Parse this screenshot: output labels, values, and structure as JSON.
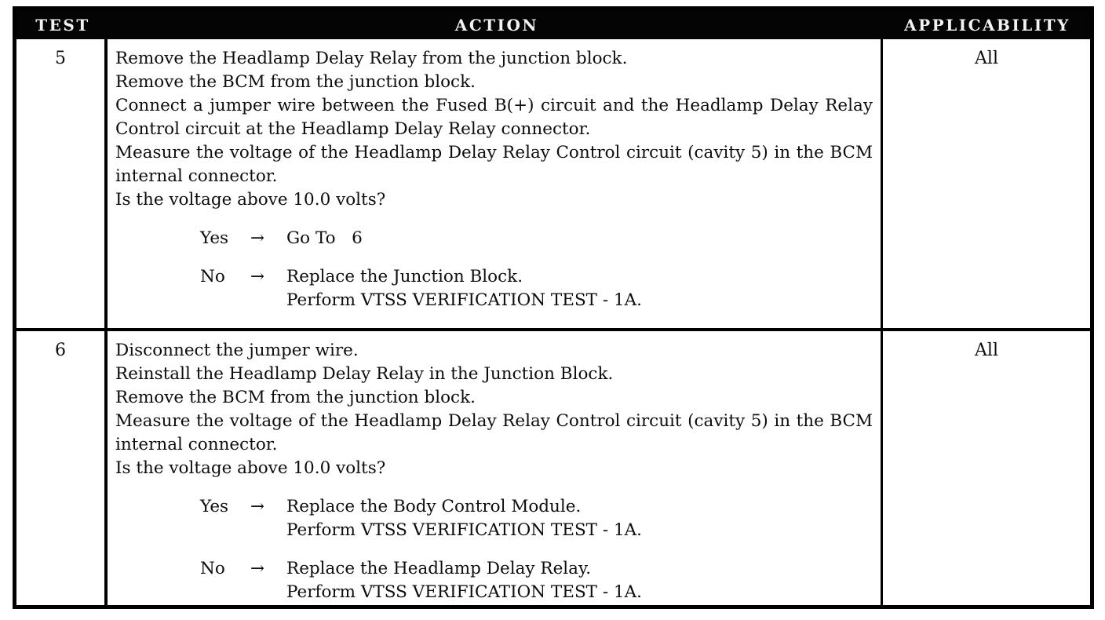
{
  "colors": {
    "paper": "#ffffff",
    "ink": "#0d0d0d",
    "header_bg": "#040404",
    "header_text": "#f2f2f2"
  },
  "table": {
    "headers": [
      {
        "label": "TEST"
      },
      {
        "label": "ACTION"
      },
      {
        "label": "APPLICABILITY"
      }
    ],
    "rows": [
      {
        "test": "5",
        "applicability": "All",
        "action_paragraphs": [
          "Remove the Headlamp Delay Relay from the junction block.",
          "Remove the BCM from the junction block.",
          "Connect a jumper wire between the Fused B(+) circuit and the Headlamp Delay Relay Control circuit at the Headlamp Delay Relay connector.",
          "Measure the voltage of the Headlamp Delay Relay Control circuit (cavity 5) in the BCM internal connector.",
          "Is the voltage above 10.0 volts?"
        ],
        "decisions": [
          {
            "answer": "Yes",
            "arrow": "→",
            "results": [
              "Go To   6"
            ]
          },
          {
            "answer": "No",
            "arrow": "→",
            "results": [
              "Replace the Junction Block.",
              "Perform VTSS VERIFICATION TEST - 1A."
            ]
          }
        ]
      },
      {
        "test": "6",
        "applicability": "All",
        "action_paragraphs": [
          "Disconnect the jumper wire.",
          "Reinstall the Headlamp Delay Relay in the Junction Block.",
          "Remove the BCM from the junction block.",
          "Measure the voltage of the Headlamp Delay Relay Control circuit (cavity 5) in the BCM internal connector.",
          "Is the voltage above 10.0 volts?"
        ],
        "decisions": [
          {
            "answer": "Yes",
            "arrow": "→",
            "results": [
              "Replace the Body Control Module.",
              "Perform VTSS VERIFICATION TEST - 1A."
            ]
          },
          {
            "answer": "No",
            "arrow": "→",
            "results": [
              "Replace the Headlamp Delay Relay.",
              "Perform VTSS VERIFICATION TEST - 1A."
            ]
          }
        ]
      }
    ]
  }
}
